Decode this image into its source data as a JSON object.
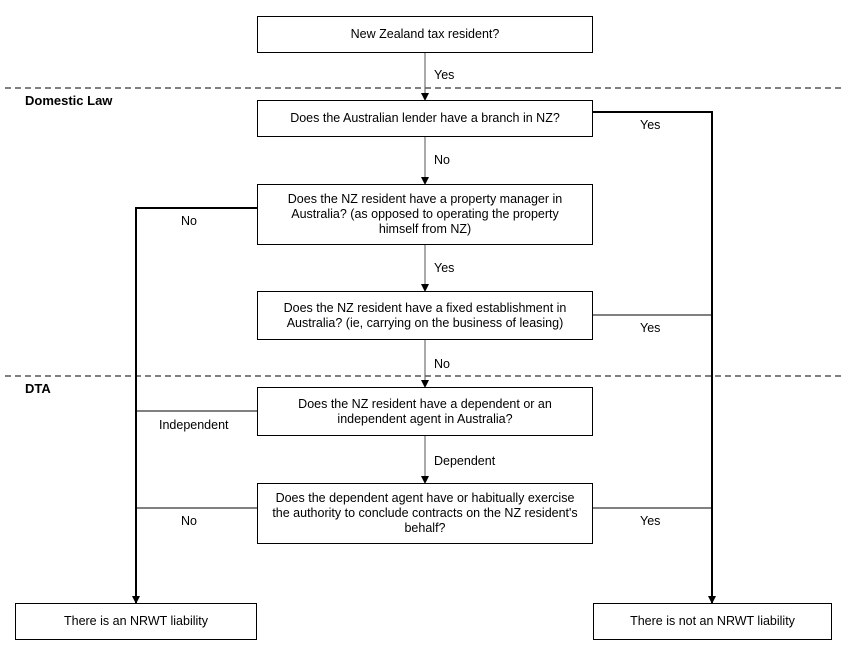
{
  "sections": {
    "domestic": "Domestic Law",
    "dta": "DTA"
  },
  "nodes": {
    "q_resident": "New Zealand tax resident?",
    "q_branch": "Does the Australian lender have a branch in NZ?",
    "q_manager": "Does the NZ resident have a property manager in Australia? (as opposed to operating the property himself from NZ)",
    "q_fixed": "Does the NZ resident have a fixed establishment in Australia? (ie, carrying on the business of leasing)",
    "q_agent": "Does the NZ resident have a dependent or an independent agent in Australia?",
    "q_authority": "Does the dependent agent have or habitually exercise the authority to conclude contracts on the NZ resident's behalf?",
    "out_liability": "There is an NRWT liability",
    "out_no_liability": "There is not an NRWT liability"
  },
  "edge_labels": {
    "resident_yes": "Yes",
    "branch_yes": "Yes",
    "branch_no": "No",
    "manager_no": "No",
    "manager_yes": "Yes",
    "fixed_yes": "Yes",
    "fixed_no": "No",
    "agent_independent": "Independent",
    "agent_dependent": "Dependent",
    "authority_no": "No",
    "authority_yes": "Yes"
  }
}
